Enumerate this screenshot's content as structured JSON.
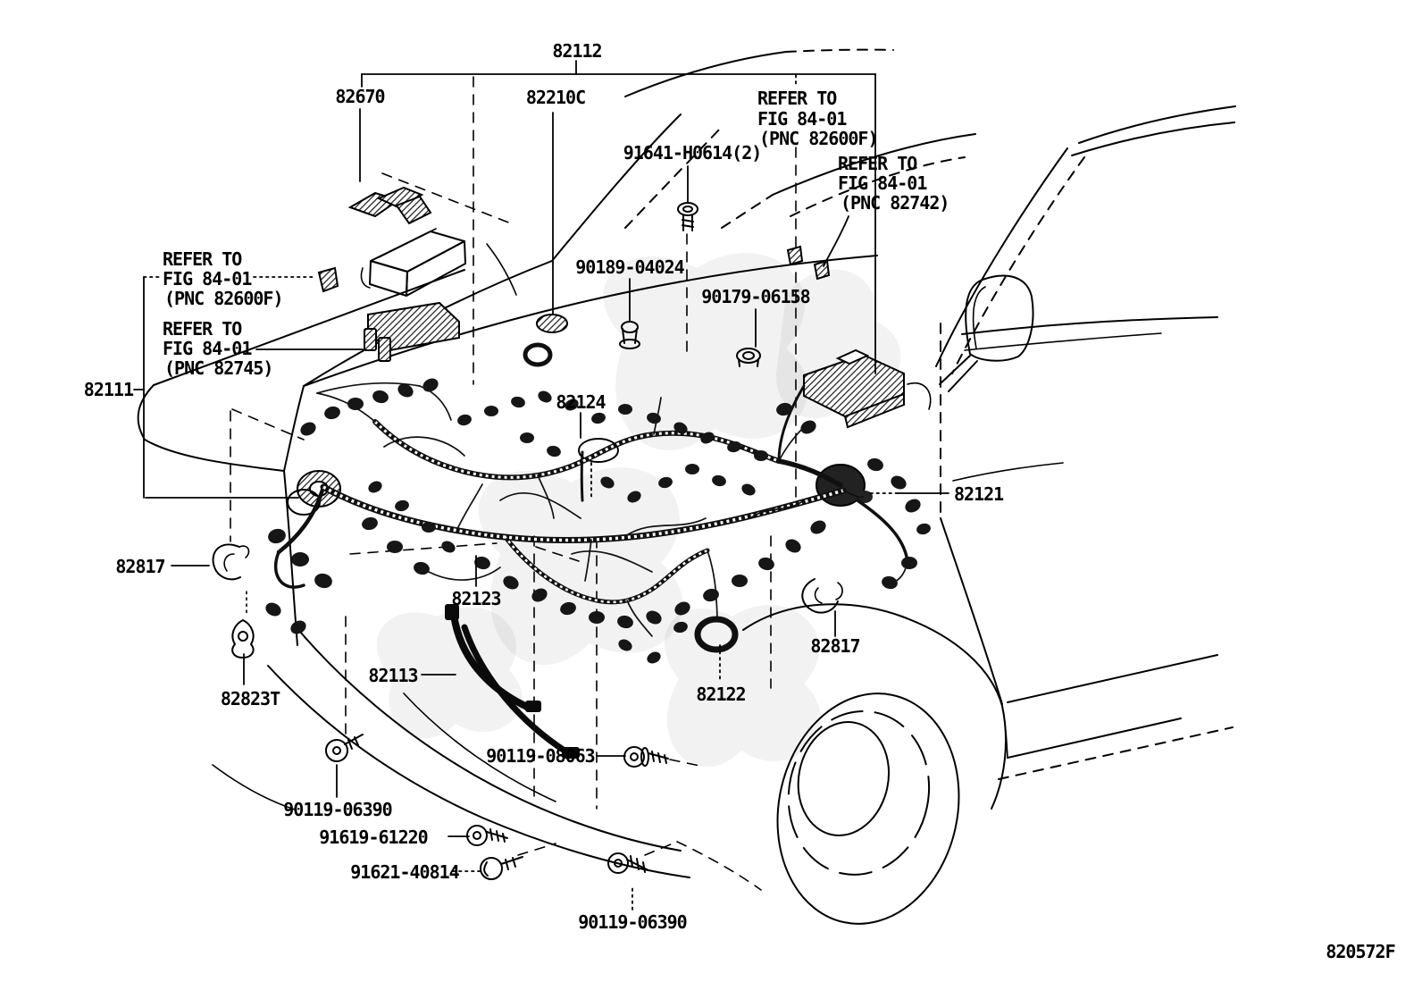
{
  "figure_number": "820572F",
  "labels": {
    "l82112": "82112",
    "l82670": "82670",
    "l82210c": "82210C",
    "l91641": "91641-H0614(2)",
    "l90189": "90189-04024",
    "l90179": "90179-06158",
    "l82111": "82111",
    "l82124": "82124",
    "l82121": "82121",
    "l82817_left": "82817",
    "l82817_right": "82817",
    "l82123": "82123",
    "l82823t": "82823T",
    "l82113": "82113",
    "l82122": "82122",
    "l90119_08063": "90119-08063",
    "l90119_06390_left": "90119-06390",
    "l91619": "91619-61220",
    "l91621": "91621-40814",
    "l90119_06390_bottom": "90119-06390",
    "refer_82600f_right": {
      "line1": "REFER TO",
      "line2": "FIG 84-01",
      "line3": "(PNC 82600F)"
    },
    "refer_82742": {
      "line1": "REFER TO",
      "line2": "FIG 84-01",
      "line3": "(PNC 82742)"
    },
    "refer_82600f_left": {
      "line1": "REFER TO",
      "line2": "FIG 84-01",
      "line3": "(PNC 82600F)"
    },
    "refer_82745": {
      "line1": "REFER TO",
      "line2": "FIG 84-01",
      "line3": "(PNC 82745)"
    }
  }
}
